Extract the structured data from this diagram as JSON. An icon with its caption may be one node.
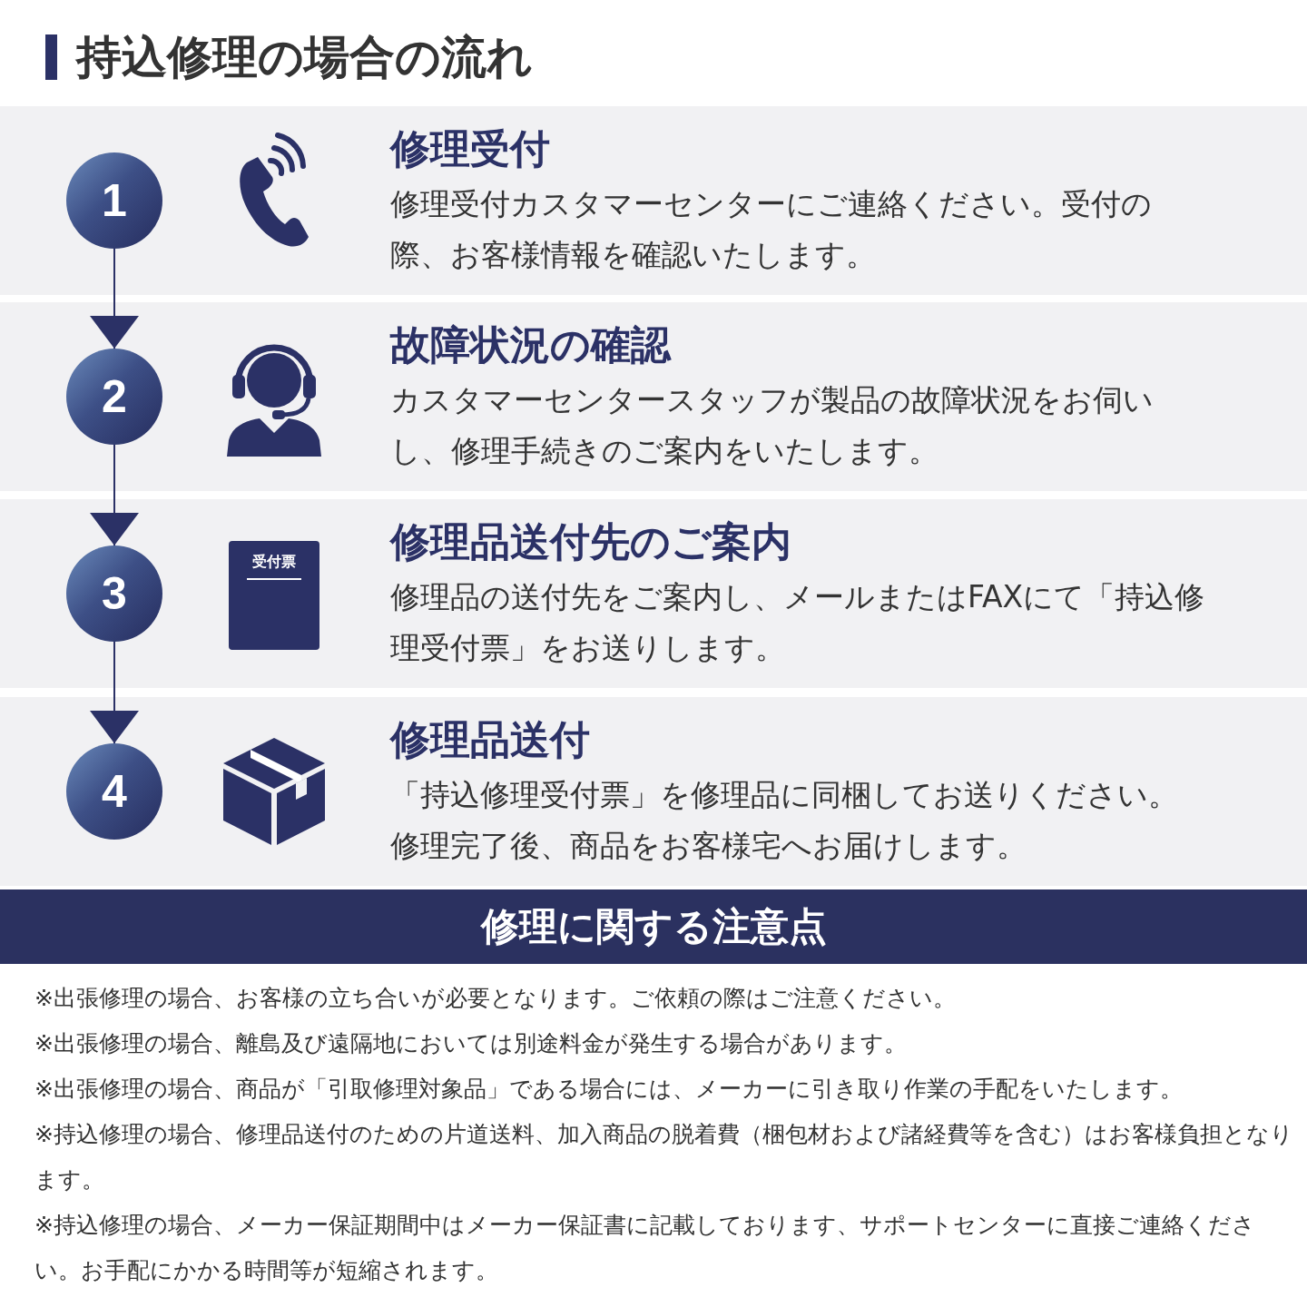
{
  "diagram": {
    "title": "持込修理の場合の流れ",
    "nodes": [
      {
        "text": [
          "修理受付",
          "修理受付カスタマーセンターにご連絡ください。受付の際、お客様情報を確認いたします。"
        ]
      },
      {
        "text": [
          "1"
        ],
        "in": 0
      },
      {
        "text": [
          "故障状況の確認",
          "カスタマーセンタースタッフが製品の故障状況をお伺いし、修理手続きのご案内をいたします。"
        ]
      },
      {
        "text": [
          "2"
        ],
        "in": 2
      },
      {
        "text": [
          "修理品送付先のご案内",
          "修理品の送付先をご案内し、メールまたはFAXにて「持込修理受付票」をお送りします。"
        ]
      },
      {
        "text": [
          "3"
        ],
        "in": 4
      },
      {
        "text": [
          "修理品送付",
          "「持込修理受付票」を修理品に同梱してお送りください。修理完了後、商品をお客様宅へお届けします。"
        ]
      },
      {
        "text": [
          "4"
        ],
        "in": 6
      },
      {
        "text": [
          "修理に関する注意点"
        ]
      }
    ],
    "edges": [
      {
        "from": 1,
        "to": 3,
        "arrow": "to"
      },
      {
        "from": 3,
        "to": 5,
        "arrow": "to"
      },
      {
        "from": 5,
        "to": 7,
        "arrow": "to"
      }
    ],
    "labels": [
      "受付票",
      "※出張修理の場合、お客様の立ち合いが必要となります。ご依頼の際はご注意ください。",
      "※出張修理の場合、離島及び遠隔地においては別途料金が発生する場合があります。",
      "※出張修理の場合、商品が「引取修理対象品」である場合には、メーカーに引き取り作業の手配をいたします。",
      "※持込修理の場合、修理品送付のための片道送料、加入商品の脱着費（梱包材および諸経費等を含む）はお客様負担となります。",
      "※持込修理の場合、メーカー保証期間中はメーカー保証書に記載しております、サポートセンターに直接ご連絡ください。お手配にかかる時間等が短縮されます。"
    ]
  }
}
